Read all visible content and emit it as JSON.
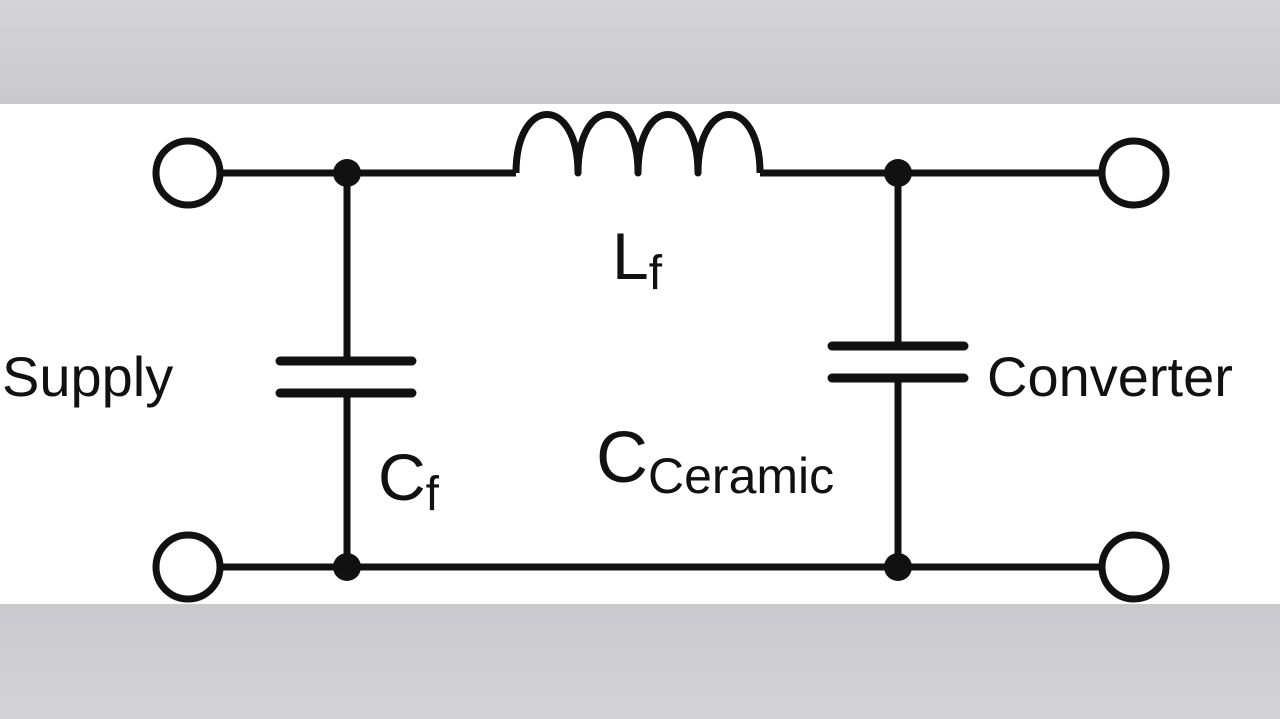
{
  "diagram": {
    "labels": {
      "supply": "Supply",
      "converter": "Converter",
      "inductor_main": "L",
      "inductor_sub": "f",
      "cap_filter_main": "C",
      "cap_filter_sub": "f",
      "cap_ceramic_main": "C",
      "cap_ceramic_sub": "Ceramic"
    },
    "colors": {
      "wire": "#111111",
      "background": "#ffffff",
      "band": "#cbcbd0"
    }
  }
}
